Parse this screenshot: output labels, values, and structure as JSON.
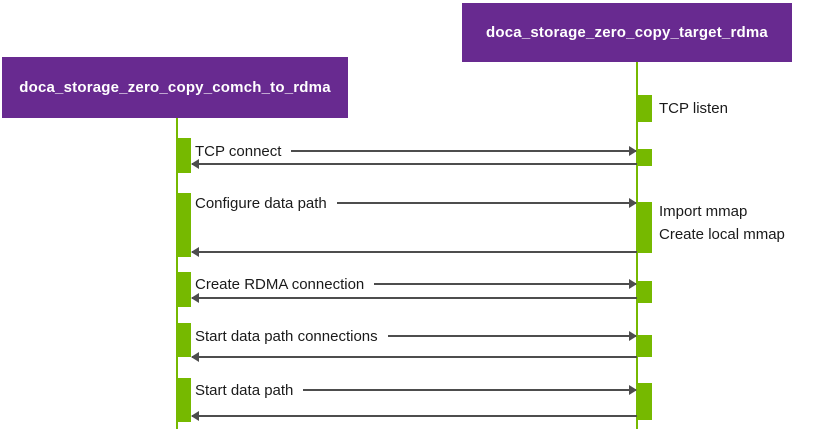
{
  "diagram": {
    "type": "sequence-diagram",
    "colors": {
      "participant_fill": "#682A90",
      "participant_text": "#ffffff",
      "activation_green": "#76B900",
      "lifeline_green": "#76B900",
      "arrow_gray": "#4d4d4d",
      "label_text": "#1a1a1a",
      "background": "#ffffff"
    },
    "participants": [
      {
        "id": "comch_to_rdma",
        "label": "doca_storage_zero_copy_comch_to_rdma"
      },
      {
        "id": "target_rdma",
        "label": "doca_storage_zero_copy_target_rdma"
      }
    ],
    "messages": [
      {
        "from": "comch_to_rdma",
        "to": "target_rdma",
        "label": "TCP connect",
        "has_return": true
      },
      {
        "from": "comch_to_rdma",
        "to": "target_rdma",
        "label": "Configure data path",
        "has_return": true
      },
      {
        "from": "comch_to_rdma",
        "to": "target_rdma",
        "label": "Create RDMA connection",
        "has_return": true
      },
      {
        "from": "comch_to_rdma",
        "to": "target_rdma",
        "label": "Start data path connections",
        "has_return": true
      },
      {
        "from": "comch_to_rdma",
        "to": "target_rdma",
        "label": "Start data path",
        "has_return": true
      }
    ],
    "annotations": [
      {
        "on": "target_rdma",
        "label": "TCP listen"
      },
      {
        "on": "target_rdma",
        "label": "Import mmap"
      },
      {
        "on": "target_rdma",
        "label": "Create local mmap"
      }
    ]
  }
}
